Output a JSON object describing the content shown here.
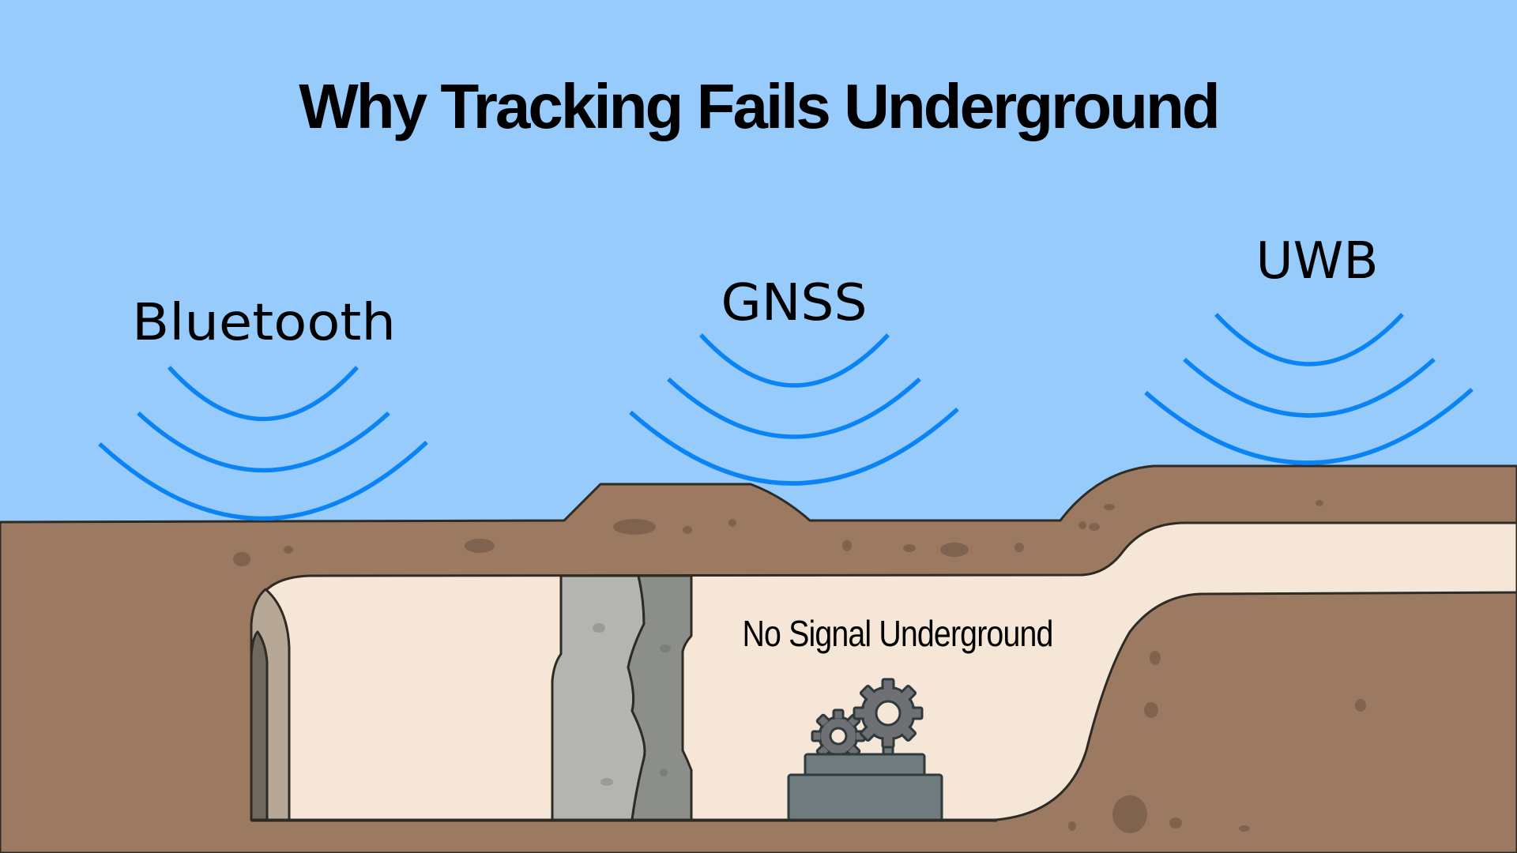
{
  "title": "Why Tracking Fails Underground",
  "technologies": [
    {
      "label": "Bluetooth",
      "icon": "signal-waves-icon"
    },
    {
      "label": "GNSS",
      "icon": "signal-waves-icon"
    },
    {
      "label": "UWB",
      "icon": "signal-waves-icon"
    }
  ],
  "tunnel": {
    "label": "No Signal Underground",
    "equipment_icon": "gears-machine-icon"
  },
  "colors": {
    "sky": "#97cbfb",
    "signal": "#0a84f5",
    "soil": "#9c7a62",
    "soil_spots": "#80634f",
    "tunnel_fill": "#f5e6d7",
    "pillar_light": "#b4b5b3",
    "pillar_dark": "#8c8e8b",
    "machine": "#707b7d",
    "outline": "#2e2a24"
  }
}
